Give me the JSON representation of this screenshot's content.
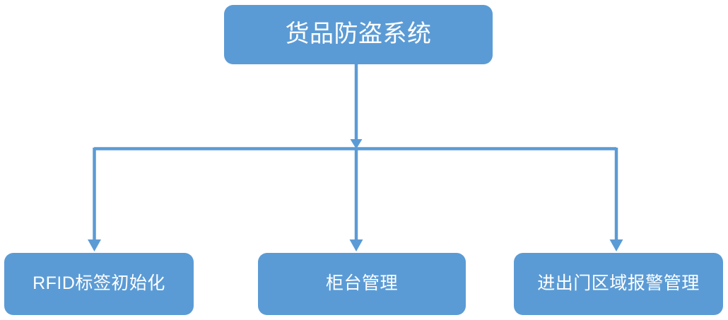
{
  "diagram": {
    "title": "货品防盗系统",
    "type": "hierarchy-tree",
    "orientation": "top-down",
    "colors": {
      "node_fill": "#5B9BD5",
      "node_text": "#FFFFFF",
      "connector": "#5B9BD5",
      "background": "#FFFFFF"
    },
    "root": {
      "id": "root",
      "label": "货品防盗系统"
    },
    "children": [
      {
        "id": "rfid-init",
        "label": "RFID标签初始化"
      },
      {
        "id": "counter",
        "label": "柜台管理"
      },
      {
        "id": "gate",
        "label": "进出门区域报警管理"
      }
    ]
  }
}
